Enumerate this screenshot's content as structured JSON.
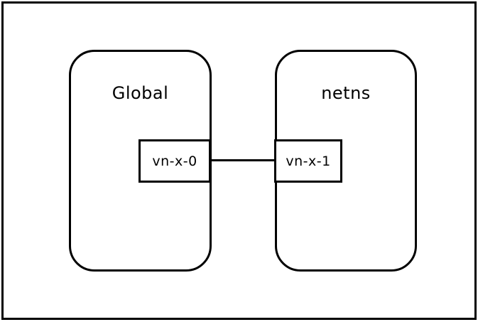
{
  "diagram": {
    "namespaces": [
      {
        "label": "Global"
      },
      {
        "label": "netns"
      }
    ],
    "interfaces": [
      {
        "label": "vn-x-0"
      },
      {
        "label": "vn-x-1"
      }
    ],
    "link": {
      "from": "vn-x-0",
      "to": "vn-x-1"
    },
    "colors": {
      "stroke": "#000000",
      "background": "#ffffff"
    }
  }
}
